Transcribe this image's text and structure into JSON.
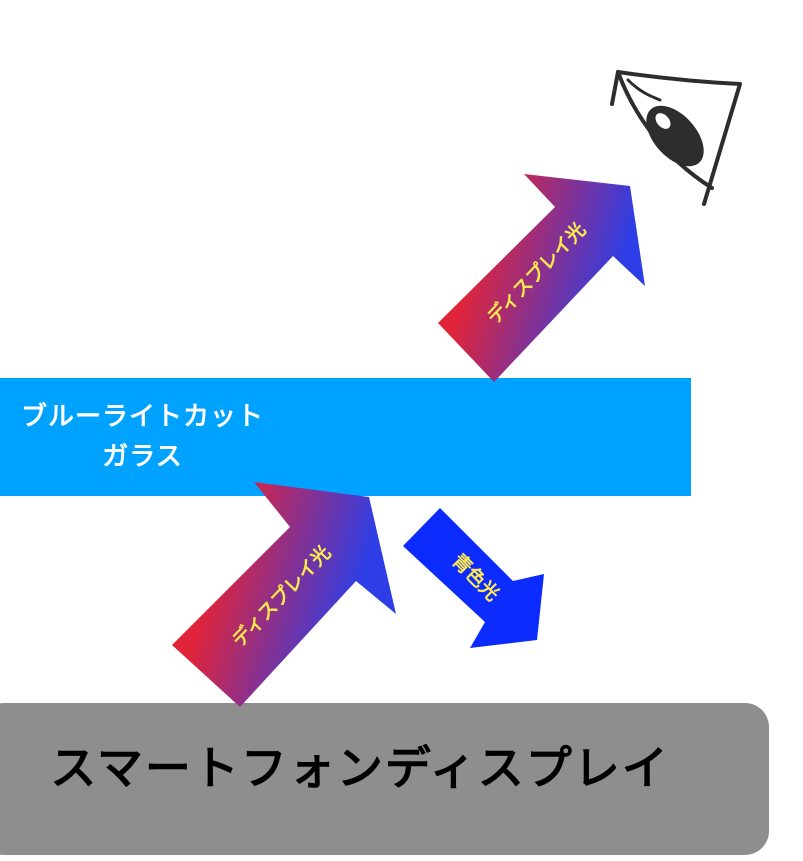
{
  "glass": {
    "line1": "ブルーライトカット",
    "line2": "ガラス"
  },
  "display": {
    "label": "スマートフォンディスプレイ"
  },
  "arrows": {
    "upper_label": "ディスプレイ光",
    "lower_label": "ディスプレイ光",
    "blue_label": "青色光"
  },
  "colors": {
    "glass": "#00a2ff",
    "display": "#8e8e8e",
    "arrow_gradient_start": "#e0243a",
    "arrow_gradient_end": "#2d3ee6",
    "blue_arrow": "#0b2bff",
    "arrow_text": "#ffe94d"
  },
  "icons": {
    "viewer": "eye-icon"
  }
}
